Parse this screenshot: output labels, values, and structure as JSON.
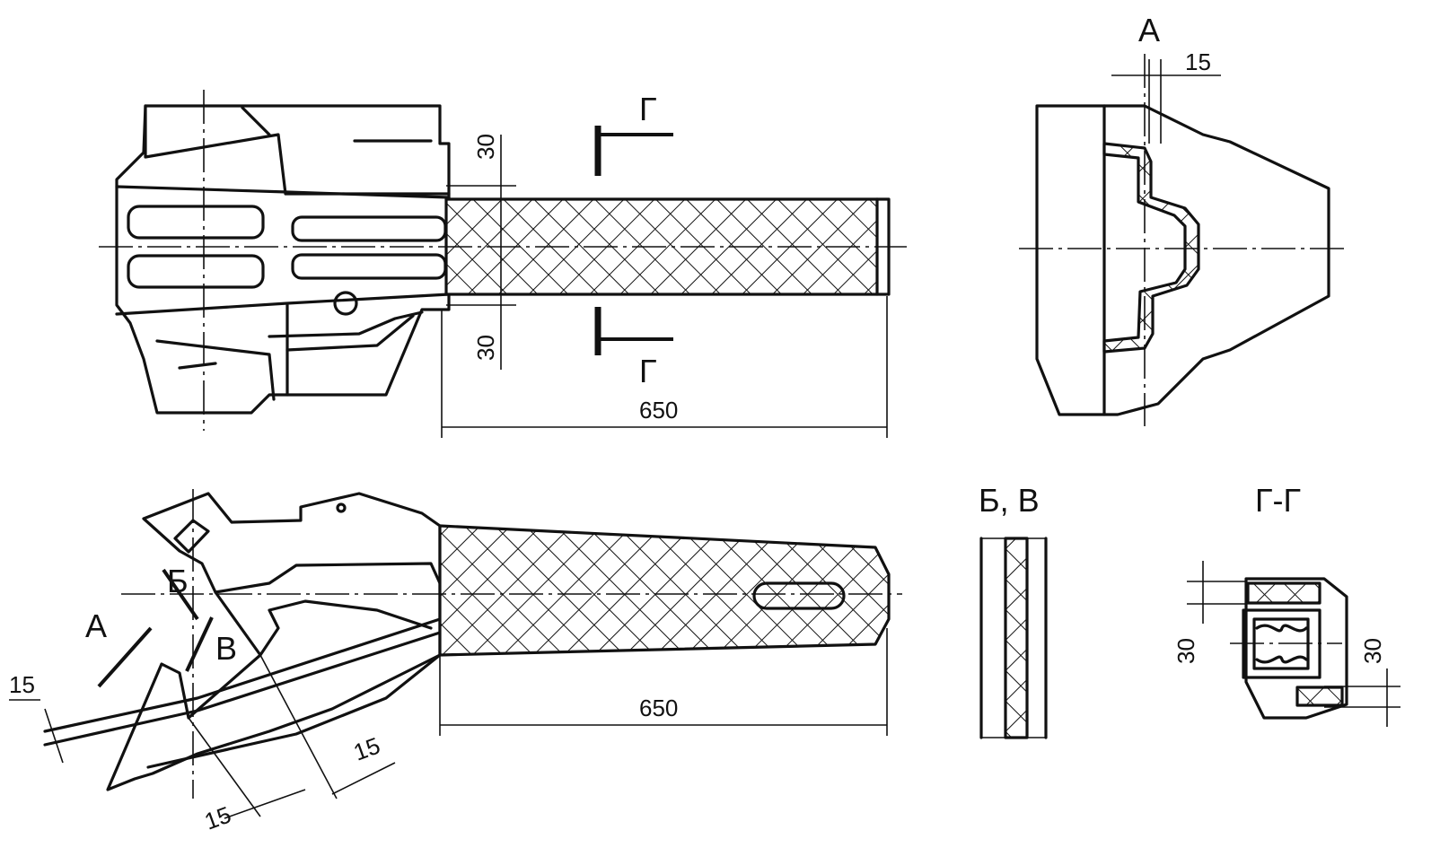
{
  "labels": {
    "view_a": "А",
    "section_bv": "Б, В",
    "section_gg": "Г-Г",
    "arrow_a": "А",
    "cut_b": "Б",
    "cut_v": "В",
    "cut_g_top": "Г",
    "cut_g_bottom": "Г"
  },
  "dimensions": {
    "top_length": "650",
    "bottom_length": "650",
    "top_width_upper": "30",
    "top_width_lower": "30",
    "view_a_thickness": "15",
    "side_left": "15",
    "side_bottom_left": "15",
    "side_bottom_right": "15",
    "gg_left": "30",
    "gg_right": "30"
  }
}
